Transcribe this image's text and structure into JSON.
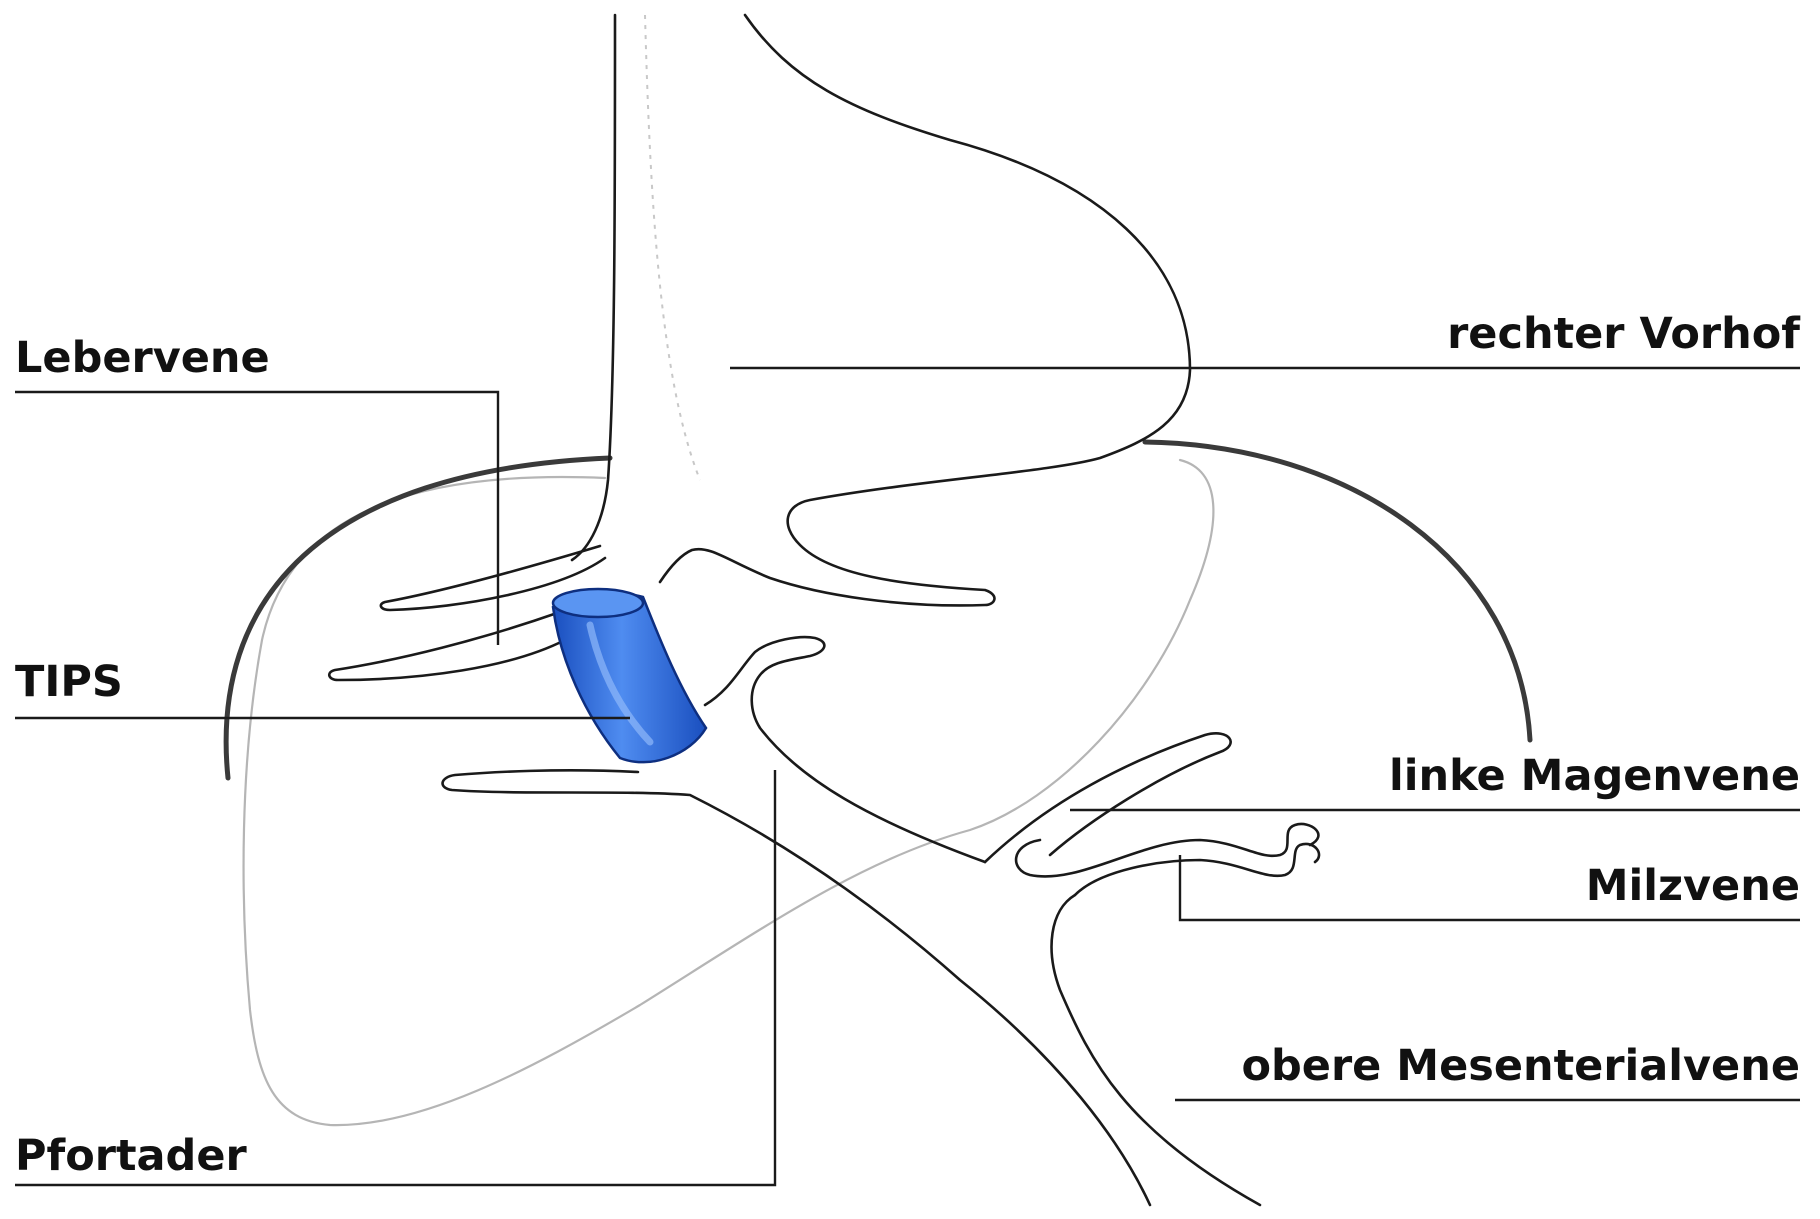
{
  "labels": {
    "lebervene": "Lebervene",
    "tips": "TIPS",
    "pfortader": "Pfortader",
    "rechter_vorhof": "rechter Vorhof",
    "linke_magenvene": "linke Magenvene",
    "milzvene": "Milzvene",
    "obere_mesenterialvene": "obere Mesenterialvene"
  },
  "colors": {
    "stent_fill": "#2f6fe0",
    "stent_dark": "#1547b5",
    "stent_light": "#5a95f2",
    "line": "#1a1a1a",
    "liver_outline": "#b5b5b5"
  }
}
